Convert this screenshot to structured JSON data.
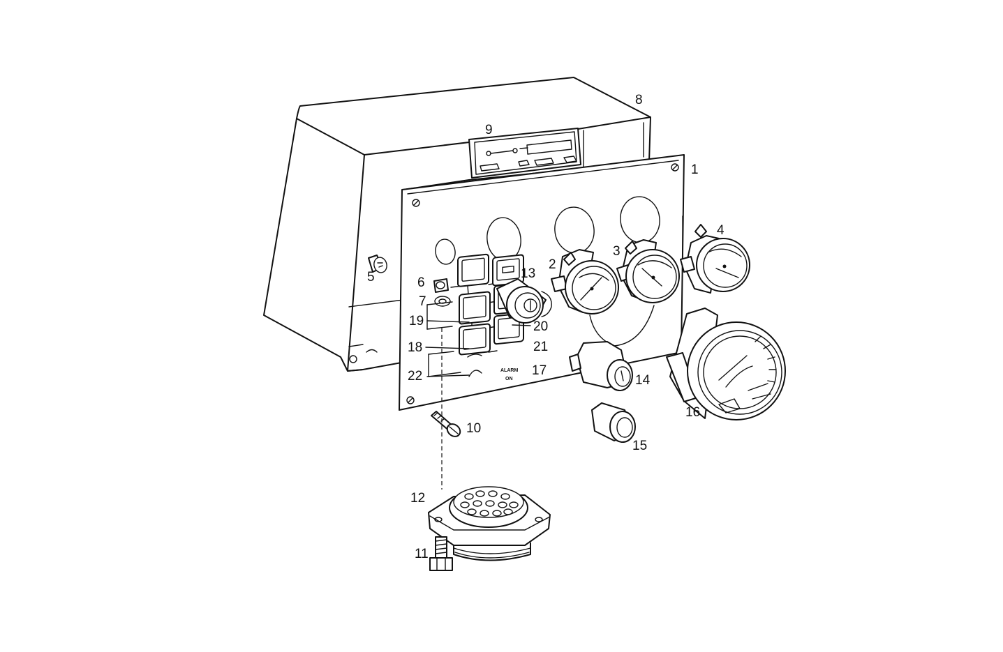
{
  "diagram": {
    "callouts": [
      "1",
      "2",
      "3",
      "4",
      "5",
      "6",
      "7",
      "8",
      "9",
      "10",
      "11",
      "12",
      "13",
      "14",
      "15",
      "16",
      "17",
      "18",
      "19",
      "20",
      "21",
      "22"
    ],
    "switch_text": {
      "alarm": "ALARM",
      "on": "ON"
    }
  }
}
